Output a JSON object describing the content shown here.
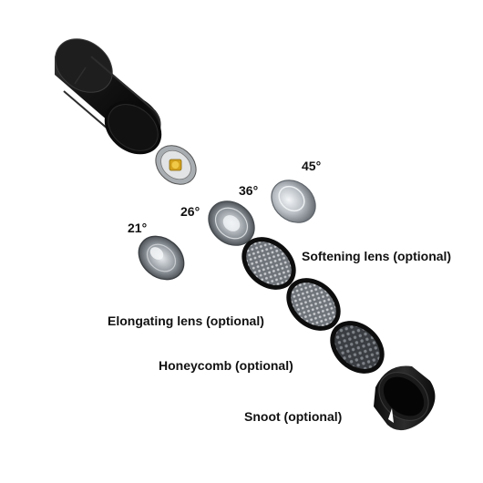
{
  "labels": {
    "angle_45": "45°",
    "angle_36": "36°",
    "angle_26": "26°",
    "angle_21": "21°",
    "softening": "Softening lens (optional)",
    "elongating": "Elongating lens (optional)",
    "honeycomb": "Honeycomb (optional)",
    "snoot": "Snoot (optional)"
  },
  "colors": {
    "housing_body": "#141414",
    "led_chip": "#d4a21c",
    "lens_glass": "#c9ced3",
    "mesh": "#8a8f96",
    "text": "#111111"
  }
}
